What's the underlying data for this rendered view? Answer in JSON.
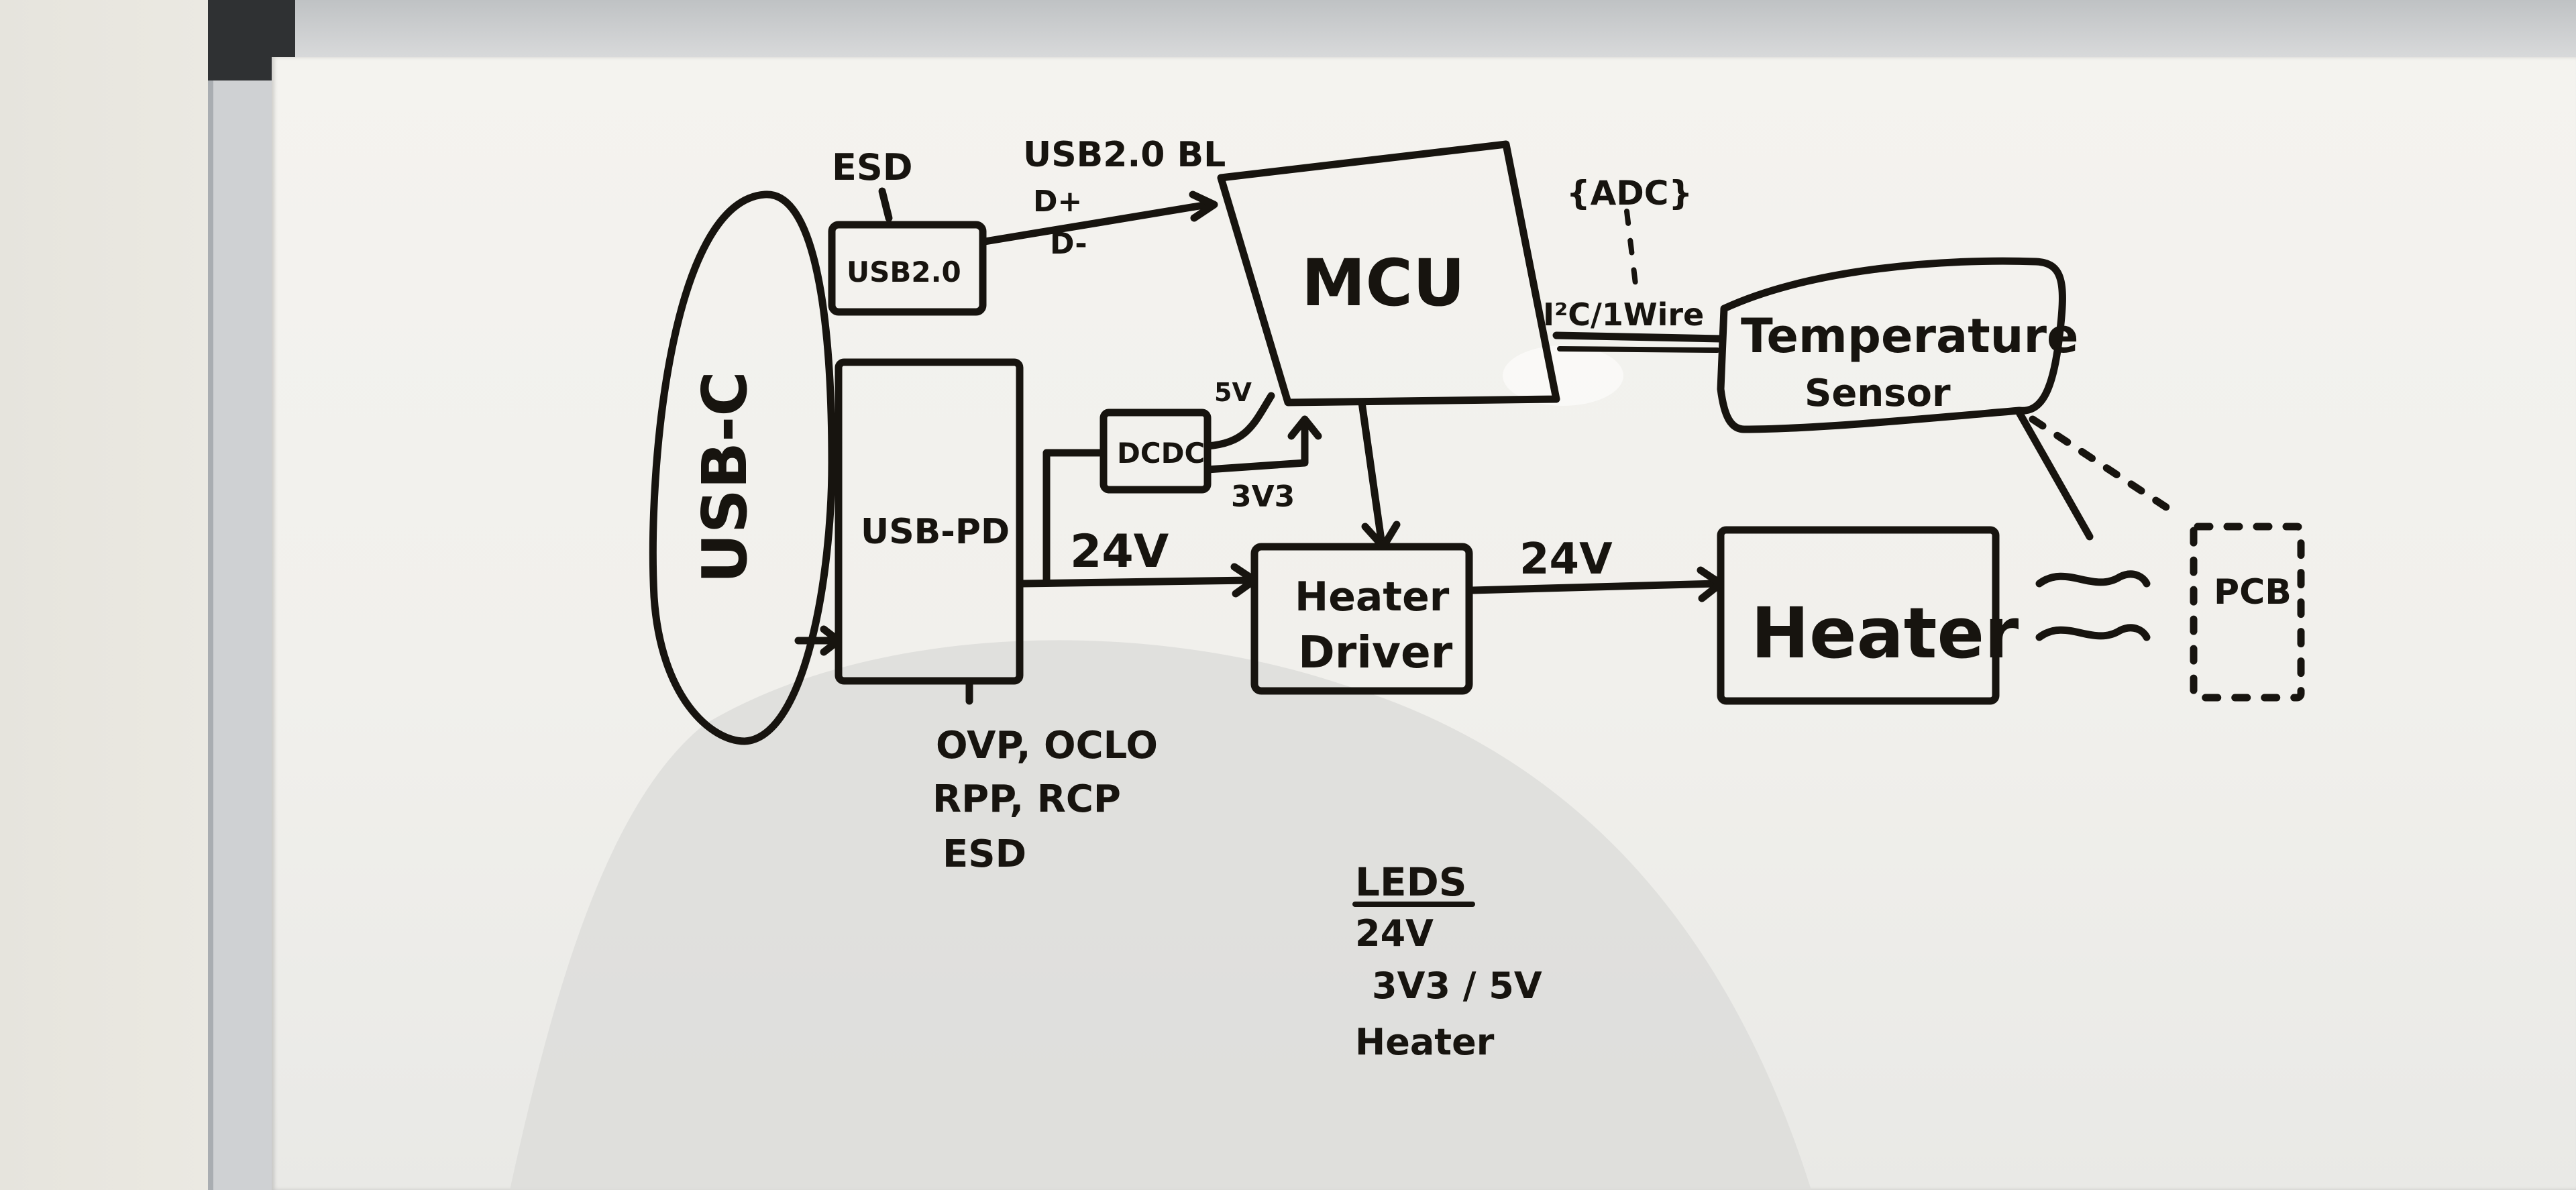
{
  "diagram": {
    "blocks": {
      "usb_c": "USB-C",
      "usb2": "USB2.0",
      "usb_pd": "USB-PD",
      "mcu": "MCU",
      "dcdc": "DCDC",
      "heater_driver_line1": "Heater",
      "heater_driver_line2": "Driver",
      "heater": "Heater",
      "temp_sensor_line1": "Temperature",
      "temp_sensor_line2": "Sensor",
      "pcb": "PCB"
    },
    "labels": {
      "esd_top": "ESD",
      "usb2_bl": "USB2.0 BL",
      "d_plus": "D+",
      "d_minus": "D-",
      "adc": "{ADC}",
      "i2c": "I²C/1Wire",
      "v24_left": "24V",
      "v24_right": "24V",
      "v5": "5V",
      "v3v3": "3V3",
      "protections_line1": "OVP, OCLO",
      "protections_line2": "RPP, RCP",
      "protections_line3": "ESD",
      "leds_title": "LEDS",
      "leds_line1": "24V",
      "leds_line2": "3V3 / 5V",
      "leds_line3": "Heater"
    }
  }
}
